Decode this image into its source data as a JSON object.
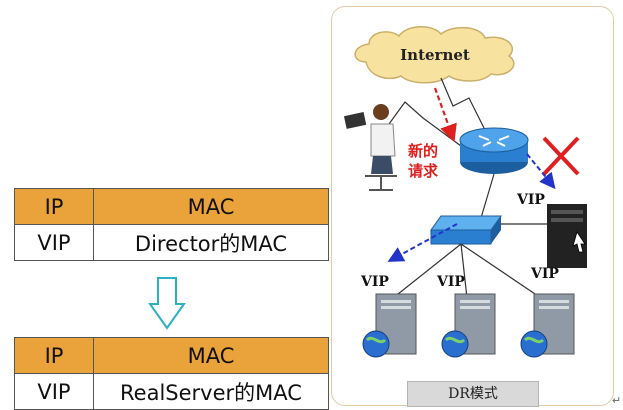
{
  "table_before": {
    "header": [
      "IP",
      "MAC"
    ],
    "row": [
      "VIP",
      "Director的MAC"
    ]
  },
  "table_after": {
    "header": [
      "IP",
      "MAC"
    ],
    "row": [
      "VIP",
      "RealServer的MAC"
    ]
  },
  "diagram": {
    "internet": "Internet",
    "new_request_line1": "新的",
    "new_request_line2": "请求",
    "director_vip": "VIP",
    "rs_vip_1": "VIP",
    "rs_vip_2": "VIP",
    "rs_vip_3": "VIP",
    "mode_label": "DR模式"
  },
  "colors": {
    "header_fill": "#e9a33a",
    "red_arrow": "#e02020",
    "blue_arrow": "#2233cc",
    "router": "#2a7fd0",
    "cross": "#e02020",
    "down_arrow": "#2bb1c4"
  },
  "symbols": {
    "return_mark": "↵"
  }
}
